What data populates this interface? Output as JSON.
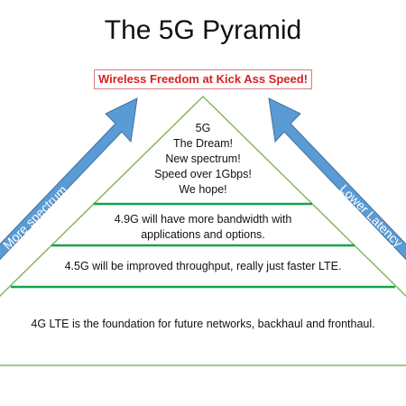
{
  "title": "The 5G Pyramid",
  "banner": "Wireless Freedom at Kick Ass Speed!",
  "arrows": {
    "left_label": "More spectrum",
    "right_label": "Lower Latency"
  },
  "tiers": {
    "top": [
      "5G",
      "The Dream!",
      "New spectrum!",
      "Speed over 1Gbps!",
      "We hope!"
    ],
    "tier2": [
      "4.9G will have more bandwidth with",
      "applications and options."
    ],
    "tier3": "4.5G will be improved throughput, really just faster LTE.",
    "base": "4G LTE is the foundation for future networks, backhaul and fronthaul."
  },
  "colors": {
    "arrow_fill": "#5b9bd5",
    "arrow_stroke": "#41719c",
    "divider": "#16a34a",
    "outline": "#84b765",
    "banner_text": "#d91f1f"
  }
}
